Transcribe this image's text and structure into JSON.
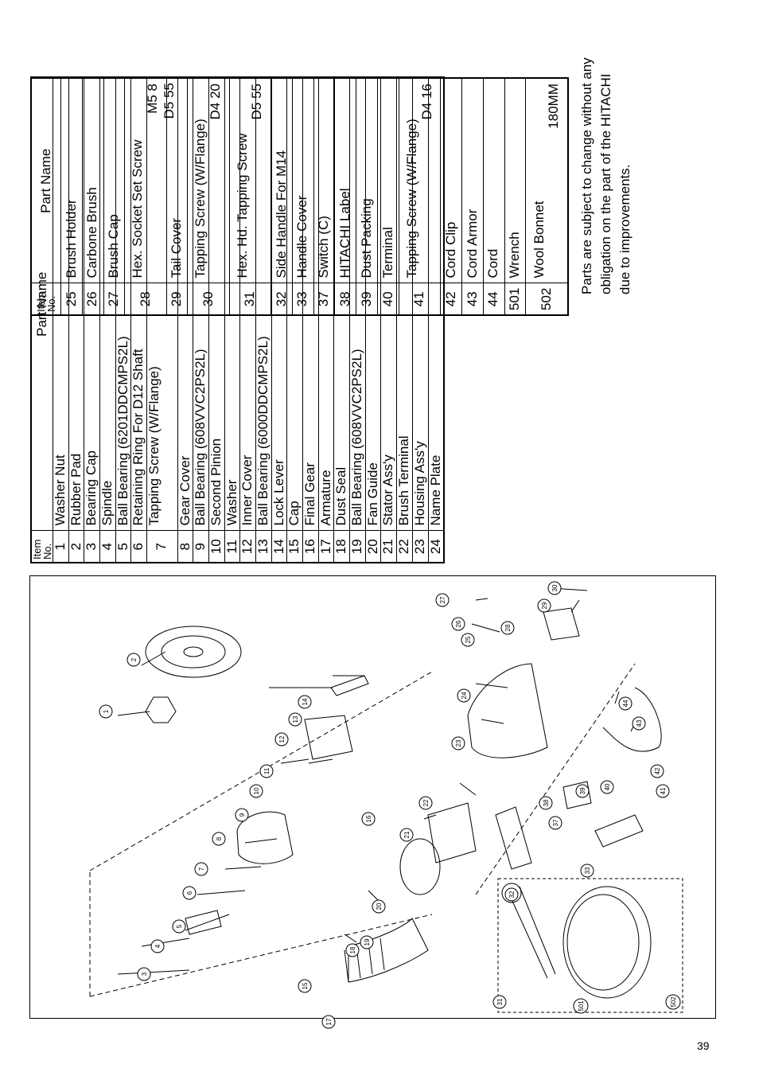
{
  "header": {
    "item_no": "Item No.",
    "part_name": "Part Name"
  },
  "table_left": [
    {
      "no": "1",
      "name": "Washer Nut"
    },
    {
      "no": "2",
      "name": "Rubber Pad"
    },
    {
      "no": "3",
      "name": "Bearing Cap"
    },
    {
      "no": "4",
      "name": "Spindle"
    },
    {
      "no": "5",
      "name": "Ball Bearing (6201DDCMPS2L)"
    },
    {
      "no": "6",
      "name": "Retaining Ring For D12 Shaft"
    },
    {
      "no": "7",
      "name": "Tapping Screw (W/Flange)",
      "spec": "D5 55"
    },
    {
      "no": "8",
      "name": "Gear Cover"
    },
    {
      "no": "9",
      "name": "Ball Bearing (608VVC2PS2L)"
    },
    {
      "no": "10",
      "name": "Second Pinion"
    },
    {
      "no": "11",
      "name": "Washer"
    },
    {
      "no": "12",
      "name": "Inner Cover"
    },
    {
      "no": "13",
      "name": "Ball Bearing (6000DDCMPS2L)"
    },
    {
      "no": "14",
      "name": "Lock Lever"
    },
    {
      "no": "15",
      "name": "Cap"
    },
    {
      "no": "16",
      "name": "Final Gear"
    },
    {
      "no": "17",
      "name": "Armature"
    },
    {
      "no": "18",
      "name": "Dust Seal"
    },
    {
      "no": "19",
      "name": "Ball Bearing (608VVC2PS2L)"
    },
    {
      "no": "20",
      "name": "Fan Guide"
    },
    {
      "no": "21",
      "name": "Stator Ass'y"
    },
    {
      "no": "22",
      "name": "Brush Terminal"
    },
    {
      "no": "23",
      "name": "Housing Ass'y"
    },
    {
      "no": "24",
      "name": "Name Plate"
    }
  ],
  "table_right": [
    {
      "no": "25",
      "name": "Brush Holder"
    },
    {
      "no": "26",
      "name": "Carbone Brush"
    },
    {
      "no": "27",
      "name": "Brush Cap"
    },
    {
      "no": "28",
      "name": "Hex. Socket Set Screw",
      "spec": "M5 8"
    },
    {
      "no": "29",
      "name": "Tail Cover"
    },
    {
      "no": "30",
      "name": "Tapping Screw (W/Flange)",
      "spec": "D4 20"
    },
    {
      "no": "31",
      "name": "Hex. Hd. Tapping Screw",
      "spec": "D5 55"
    },
    {
      "no": "32",
      "name": "Side Handle For M14"
    },
    {
      "no": "33",
      "name": "Handle Cover"
    },
    {
      "no": "37",
      "name": "Switch (C)"
    },
    {
      "no": "38",
      "name": "HITACHI Label"
    },
    {
      "no": "39",
      "name": "Dust Packing"
    },
    {
      "no": "40",
      "name": "Terminal"
    },
    {
      "no": "41",
      "name": "Tapping Screw (W/Flange)",
      "spec": "D4 16"
    },
    {
      "no": "42",
      "name": "Cord Clip"
    },
    {
      "no": "43",
      "name": "Cord Armor"
    },
    {
      "no": "44",
      "name": "Cord"
    },
    {
      "no": "501",
      "name": "Wrench"
    },
    {
      "no": "502",
      "name": "Wool Bonnet",
      "spec": "180MM"
    }
  ],
  "note": "Parts are subject to change without any obligation on the part of the HITACHI due to improvements.",
  "diagram_labels": [
    "1",
    "2",
    "3",
    "4",
    "5",
    "6",
    "7",
    "8",
    "9",
    "10",
    "11",
    "12",
    "13",
    "14",
    "15",
    "16",
    "17",
    "18",
    "19",
    "20",
    "21",
    "22",
    "23",
    "24",
    "25",
    "26",
    "27",
    "28",
    "29",
    "30",
    "31",
    "32",
    "33",
    "37",
    "38",
    "39",
    "40",
    "41",
    "42",
    "43",
    "44",
    "501",
    "502"
  ],
  "page_number": "39"
}
